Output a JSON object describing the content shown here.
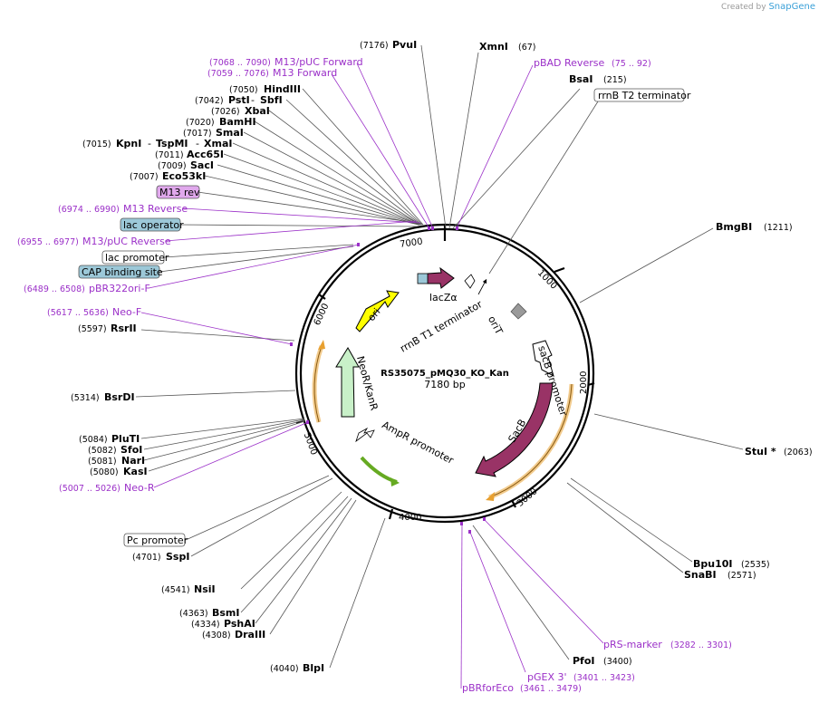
{
  "credit": {
    "prefix": "Created by",
    "brand": "SnapGene"
  },
  "plasmid": {
    "name": "RS35075_pMQ30_KO_Kan",
    "length": "7180 bp"
  },
  "ticks": [
    "1000",
    "2000",
    "3000",
    "4000",
    "5000",
    "6000",
    "7000"
  ],
  "features_inner": {
    "ori": "ori",
    "lacz": "lacZα",
    "rrnb_t1": "rrnB T1 terminator",
    "orit": "oriT",
    "sacb_promoter": "sacB promoter",
    "sacb": "SacB",
    "neor": "NeoR/KanR",
    "ampr_promoter": "AmpR promoter"
  },
  "sites": {
    "pvui": {
      "name": "PvuI",
      "pos": "(7176)"
    },
    "xmni": {
      "name": "XmnI",
      "pos": "(67)"
    },
    "bsai": {
      "name": "BsaI",
      "pos": "(215)"
    },
    "bmgbi": {
      "name": "BmgBI",
      "pos": "(1211)"
    },
    "stui": {
      "name": "StuI *",
      "pos": "(2063)"
    },
    "bpu10i": {
      "name": "Bpu10I",
      "pos": "(2535)"
    },
    "snabi": {
      "name": "SnaBI",
      "pos": "(2571)"
    },
    "pfoi": {
      "name": "PfoI",
      "pos": "(3400)"
    },
    "blpi": {
      "name": "BlpI",
      "pos": "(4040)"
    },
    "draiii": {
      "name": "DraIII",
      "pos": "(4308)"
    },
    "pshai": {
      "name": "PshAI",
      "pos": "(4334)"
    },
    "bsmi": {
      "name": "BsmI",
      "pos": "(4363)"
    },
    "nsii": {
      "name": "NsiI",
      "pos": "(4541)"
    },
    "sspi": {
      "name": "SspI",
      "pos": "(4701)"
    },
    "kasi": {
      "name": "KasI",
      "pos": "(5080)"
    },
    "nari": {
      "name": "NarI",
      "pos": "(5081)"
    },
    "sfoi": {
      "name": "SfoI",
      "pos": "(5082)"
    },
    "pluti": {
      "name": "PluTI",
      "pos": "(5084)"
    },
    "bsrdi": {
      "name": "BsrDI",
      "pos": "(5314)"
    },
    "rsrii": {
      "name": "RsrII",
      "pos": "(5597)"
    },
    "eco53ki": {
      "name": "Eco53kI",
      "pos": "(7007)"
    },
    "saci": {
      "name": "SacI",
      "pos": "(7009)"
    },
    "acc65i": {
      "name": "Acc65I",
      "pos": "(7011)"
    },
    "kpni": {
      "name": "KpnI",
      "pos": "(7015)"
    },
    "tspmi": {
      "name": "TspMI",
      "pos": ""
    },
    "xmai": {
      "name": "XmaI",
      "pos": ""
    },
    "smai": {
      "name": "SmaI",
      "pos": "(7017)"
    },
    "bamhi": {
      "name": "BamHI",
      "pos": "(7020)"
    },
    "xbai": {
      "name": "XbaI",
      "pos": "(7026)"
    },
    "psti": {
      "name": "PstI",
      "pos": "(7042)"
    },
    "sbfi": {
      "name": "SbfI",
      "pos": ""
    },
    "hindiii": {
      "name": "HindIII",
      "pos": "(7050)"
    }
  },
  "primers": {
    "m13puc_fwd": {
      "name": "M13/pUC Forward",
      "pos": "(7068 .. 7090)"
    },
    "m13_fwd": {
      "name": "M13 Forward",
      "pos": "(7059 .. 7076)"
    },
    "pbad_rev": {
      "name": "pBAD Reverse",
      "pos": "(75 .. 92)"
    },
    "m13_rev": {
      "name": "M13 Reverse",
      "pos": "(6974 .. 6990)"
    },
    "m13puc_rev": {
      "name": "M13/pUC Reverse",
      "pos": "(6955 .. 6977)"
    },
    "pbr322ori": {
      "name": "pBR322ori-F",
      "pos": "(6489 .. 6508)"
    },
    "neo_f": {
      "name": "Neo-F",
      "pos": "(5617 .. 5636)"
    },
    "neo_r": {
      "name": "Neo-R",
      "pos": "(5007 .. 5026)"
    },
    "prs_marker": {
      "name": "pRS-marker",
      "pos": "(3282 .. 3301)"
    },
    "pgex3": {
      "name": "pGEX 3'",
      "pos": "(3401 .. 3423)"
    },
    "pbrforeco": {
      "name": "pBRforEco",
      "pos": "(3461 .. 3479)"
    }
  },
  "boxes": {
    "rrnb_t2": "rrnB T2 terminator",
    "m13rev": "M13 rev",
    "lac_operator": "lac operator",
    "lac_promoter": "lac promoter",
    "cap_site": "CAP binding site",
    "pc_promoter": "Pc promoter"
  },
  "colors": {
    "ori": "#ffff00",
    "lacz": "#993366",
    "sacb": "#993366",
    "neor": "#c8f0c8",
    "primer": "#9b30c8",
    "ampr_promoter": "#66aa22",
    "orange_arc": "#e8a030",
    "box_blue": "#9cc8d8",
    "box_purple": "#e0a8ec"
  }
}
